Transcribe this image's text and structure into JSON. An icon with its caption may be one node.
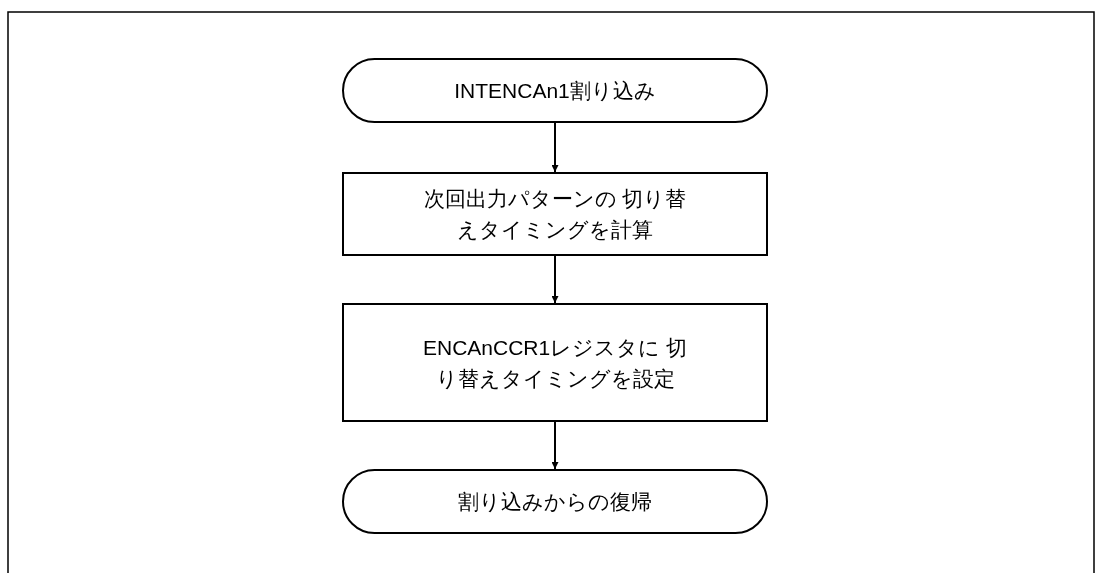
{
  "diagram": {
    "nodes": [
      {
        "text": [
          "INTENCAn1割り込み"
        ]
      },
      {
        "text": [
          "次回出力パターンの 切り替えタイミングを計算"
        ]
      },
      {
        "text": [
          "ENCAnCCR1レジスタに 切り替えタイミングを設定"
        ]
      },
      {
        "text": [
          "割り込みからの復帰"
        ]
      }
    ],
    "edges": [
      {
        "from": 0,
        "to": 1,
        "arrow": "to"
      },
      {
        "from": 1,
        "to": 2,
        "arrow": "to"
      },
      {
        "from": 2,
        "to": 3,
        "arrow": "to"
      }
    ]
  }
}
